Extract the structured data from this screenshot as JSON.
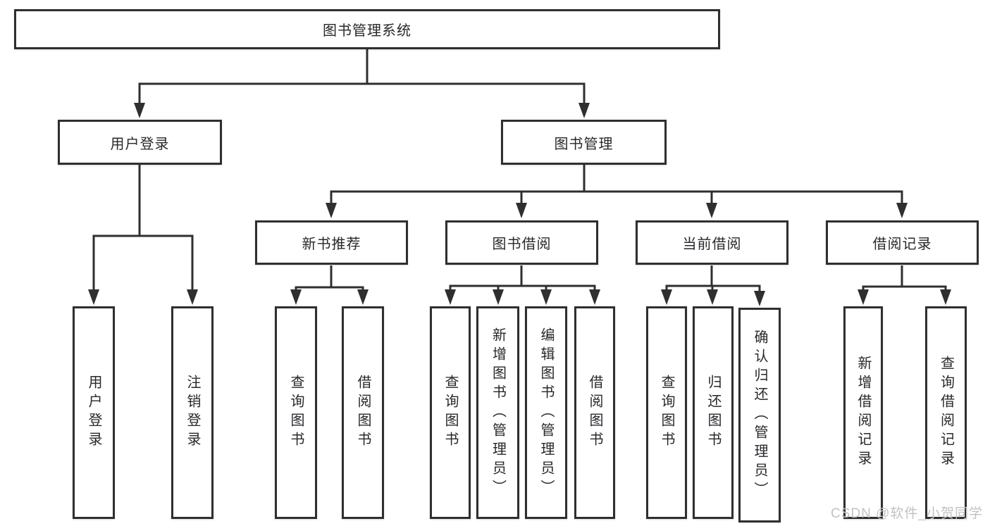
{
  "theme": {
    "line_color": "#2f2f2f",
    "text_color": "#26282c",
    "watermark_color": "#c2c2c2",
    "background": "#ffffff"
  },
  "watermark": {
    "text": "CSDN @软件_小贺同学"
  },
  "tree": {
    "root": {
      "label": "图书管理系统"
    },
    "level1": [
      {
        "label": "用户登录"
      },
      {
        "label": "图书管理"
      }
    ],
    "level2": [
      {
        "label": "新书推荐"
      },
      {
        "label": "图书借阅"
      },
      {
        "label": "当前借阅"
      },
      {
        "label": "借阅记录"
      }
    ],
    "leaves": {
      "user_login": [
        "用户登录",
        "注销登录"
      ],
      "new_book_rec": [
        "查询图书",
        "借阅图书"
      ],
      "book_borrow": [
        "查询图书",
        "新增图书（管理员）",
        "编辑图书（管理员）",
        "借阅图书"
      ],
      "current_borrow": [
        "查询图书",
        "归还图书",
        "确认归还（管理员）"
      ],
      "borrow_record": [
        "新增借阅记录",
        "查询借阅记录"
      ]
    }
  }
}
